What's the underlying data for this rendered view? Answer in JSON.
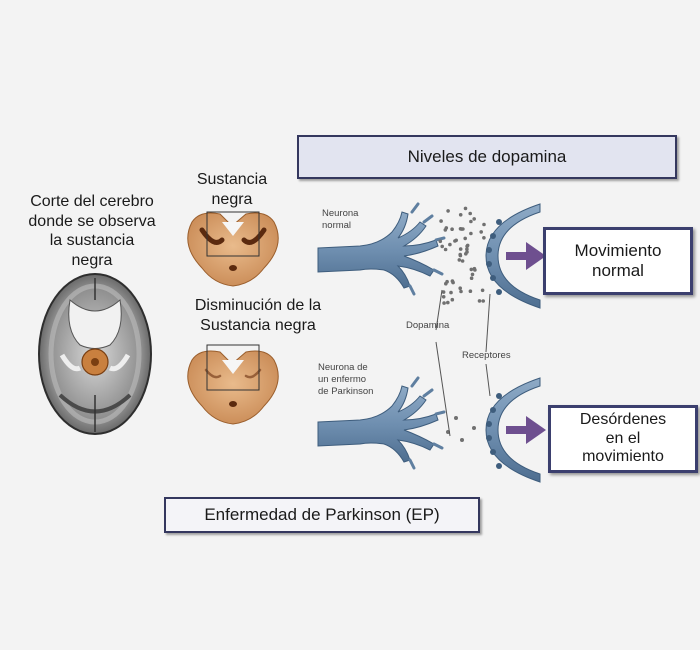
{
  "labels": {
    "brain_section": [
      "Corte del cerebro",
      "donde se observa",
      "la sustancia",
      "negra"
    ],
    "substantia_nigra": [
      "Sustancia",
      "negra"
    ],
    "reduction": [
      "Disminución de la",
      "Sustancia negra"
    ],
    "normal_neuron": [
      "Neurona",
      "normal"
    ],
    "parkinson_neuron": [
      "Neurona de",
      "un enfermo",
      "de Parkinson"
    ],
    "dopamine": "Dopamina",
    "receptors": "Receptores"
  },
  "boxes": {
    "dopamine_levels": "Niveles de dopamina",
    "normal_movement": [
      "Movimiento",
      "normal"
    ],
    "movement_disorders": [
      "Desórdenes",
      "en el",
      "movimiento"
    ],
    "parkinsons_disease": "Enfermedad de Parkinson (EP)"
  },
  "colors": {
    "neuron": "#6f8fb0",
    "arrow": "#6e4f8f",
    "box_border": "#3b3f6e",
    "tissue": "#d9a070"
  }
}
